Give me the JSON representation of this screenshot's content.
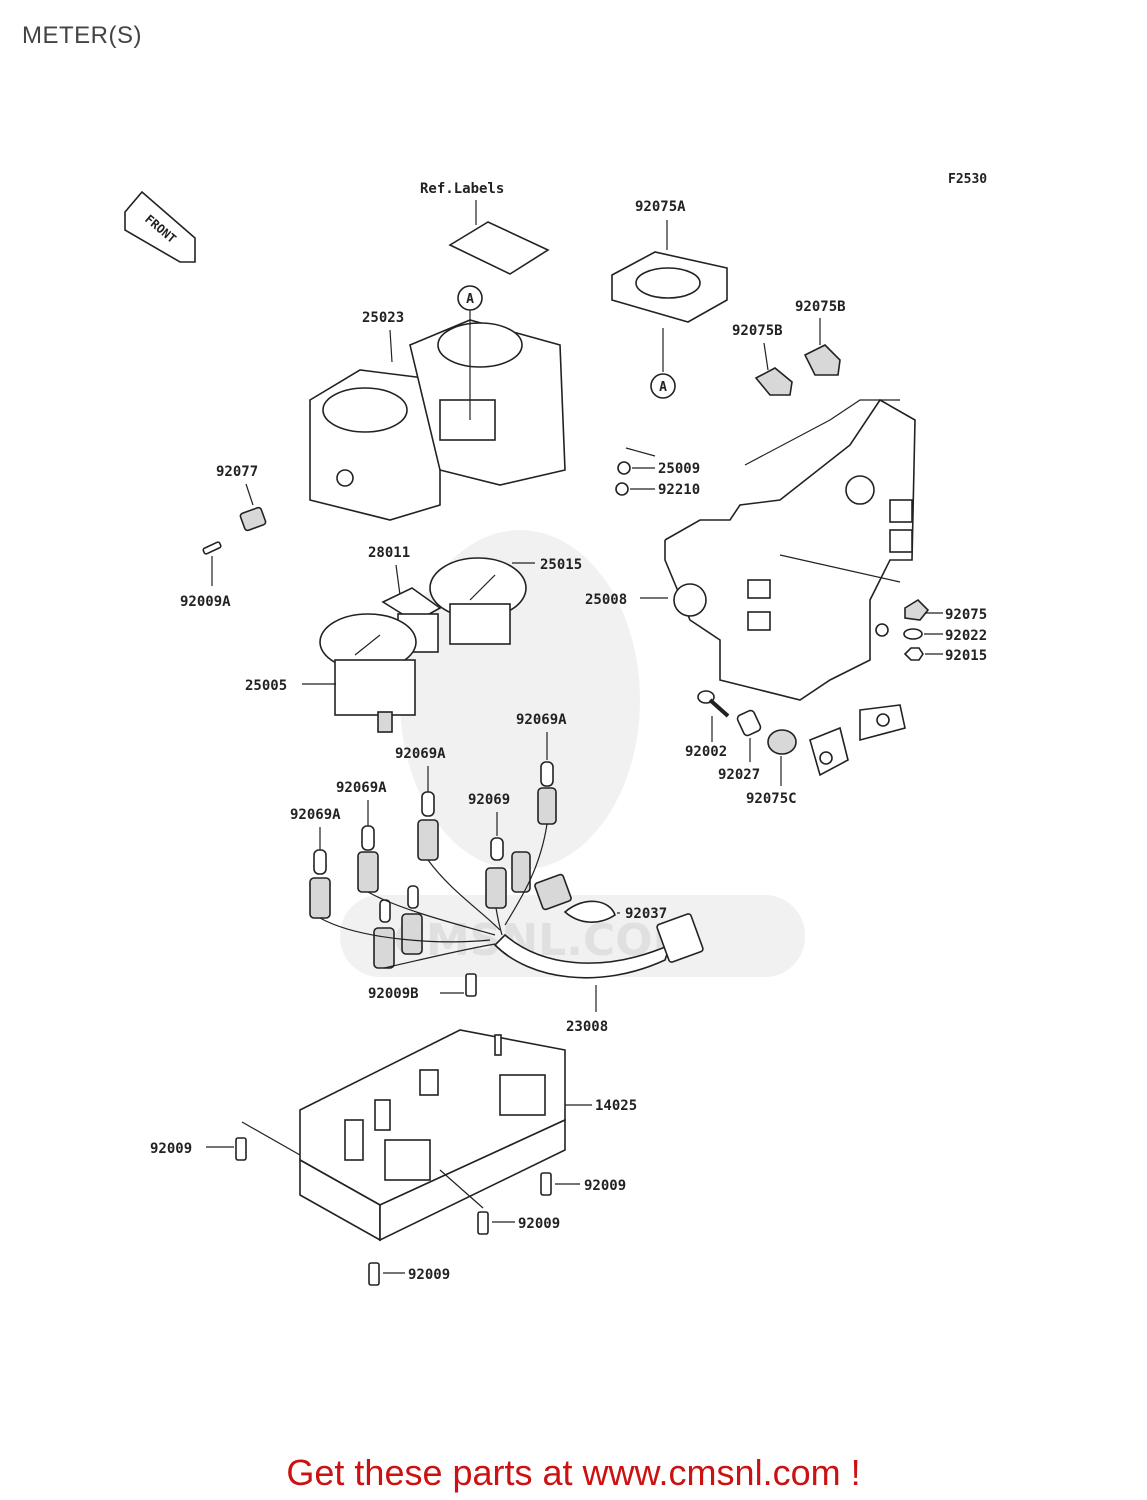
{
  "page_title": "METER(S)",
  "figure_code": "F2530",
  "front_label": "FRONT",
  "ref_marker": "A",
  "watermark_text": "CMSNL.COM",
  "parts": {
    "ref_labels": "Ref.Labels",
    "p92075A": "92075A",
    "p92075B_1": "92075B",
    "p92075B_2": "92075B",
    "p25023": "25023",
    "p92077": "92077",
    "p92009A": "92009A",
    "p28011": "28011",
    "p25015": "25015",
    "p25005": "25005",
    "p25009": "25009",
    "p92210": "92210",
    "p25008": "25008",
    "p92075": "92075",
    "p92022": "92022",
    "p92015": "92015",
    "p92002": "92002",
    "p92027": "92027",
    "p92075C": "92075C",
    "p92069A_1": "92069A",
    "p92069A_2": "92069A",
    "p92069A_3": "92069A",
    "p92069A_4": "92069A",
    "p92069": "92069",
    "p92037": "92037",
    "p92009B": "92009B",
    "p23008": "23008",
    "p14025": "14025",
    "p92009_1": "92009",
    "p92009_2": "92009",
    "p92009_3": "92009",
    "p92009_4": "92009"
  },
  "footer_text": "Get these parts at www.cmsnl.com !"
}
